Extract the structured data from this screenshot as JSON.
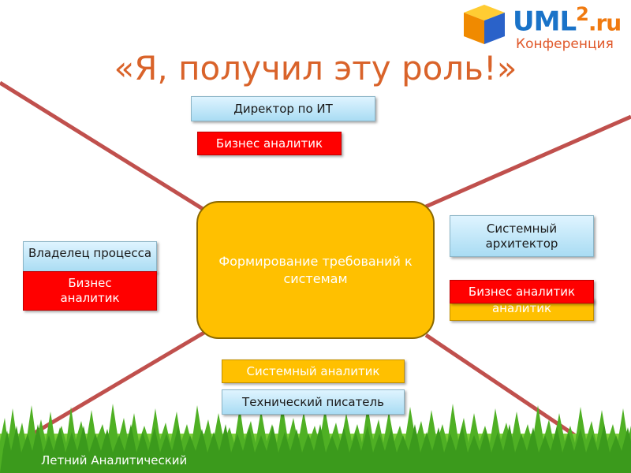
{
  "logo": {
    "brand_main": "UML",
    "brand_two": "2",
    "brand_ru": ".ru",
    "subtitle": "Конференция"
  },
  "title": "«Я, получил эту роль!»",
  "center": {
    "text": "Формирование требований к системам"
  },
  "roles": {
    "director_it": "Директор по ИТ",
    "ba_top": "Бизнес аналитик",
    "process_owner": "Владелец процесса",
    "ba_left": "Бизнес аналитик",
    "system_architect": "Системный архитектор",
    "ba_right_back": "аналитик",
    "ba_right": "Бизнес аналитик",
    "system_analyst": "Системный аналитик",
    "tech_writer": "Технический писатель"
  },
  "footer": "Летний Аналитический",
  "colors": {
    "line": "#c0504d",
    "center_fill": "#ffc000",
    "red_box": "#ff0000",
    "title": "#d9632a"
  }
}
